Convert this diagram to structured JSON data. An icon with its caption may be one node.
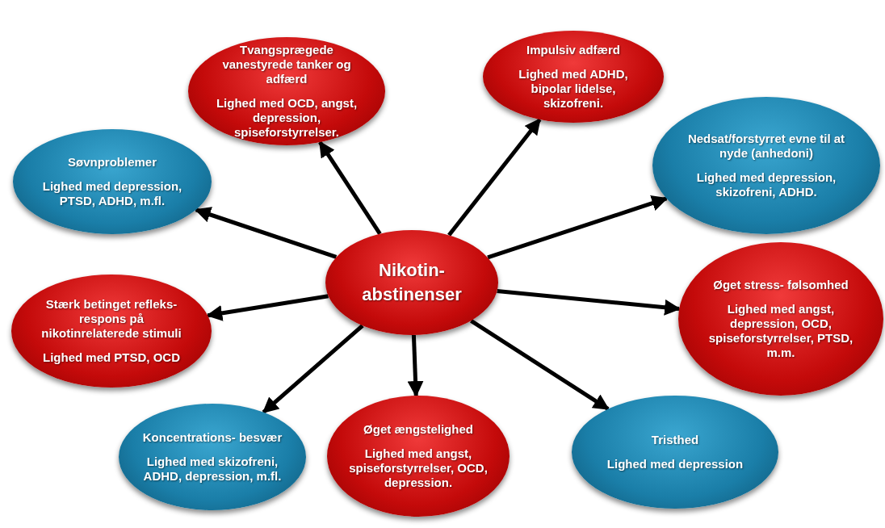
{
  "diagram": {
    "nodes": [
      {
        "text": [
          "Nikotin- abstinenser"
        ]
      },
      {
        "text": [
          "Tvangsprægede vanestyrede tanker og adfærd",
          "Lighed med OCD, angst, depression, spiseforstyrrelser."
        ]
      },
      {
        "text": [
          "Impulsiv adfærd",
          "Lighed med ADHD, bipolar lidelse, skizofreni."
        ]
      },
      {
        "text": [
          "Søvnproblemer",
          "Lighed med depression, PTSD, ADHD, m.fl."
        ]
      },
      {
        "text": [
          "Nedsat/forstyrret evne til at nyde (anhedoni)",
          "Lighed med depression, skizofreni, ADHD."
        ]
      },
      {
        "text": [
          "Stærk betinget refleks-respons på nikotinrelaterede stimuli",
          "Lighed med PTSD, OCD"
        ]
      },
      {
        "text": [
          "Øget stress- følsomhed",
          "Lighed med angst, depression, OCD, spiseforstyrrelser, PTSD, m.m."
        ]
      },
      {
        "text": [
          "Koncentrations- besvær",
          "Lighed med skizofreni, ADHD, depression, m.fl."
        ]
      },
      {
        "text": [
          "Øget ængstelighed",
          "Lighed med angst, spiseforstyrrelser, OCD, depression."
        ]
      },
      {
        "text": [
          "Tristhed",
          "Lighed med depression"
        ]
      }
    ],
    "edges": [
      {
        "from": 0,
        "to": 1,
        "arrow": "to"
      },
      {
        "from": 0,
        "to": 2,
        "arrow": "to"
      },
      {
        "from": 0,
        "to": 3,
        "arrow": "to"
      },
      {
        "from": 0,
        "to": 4,
        "arrow": "to"
      },
      {
        "from": 0,
        "to": 5,
        "arrow": "to"
      },
      {
        "from": 0,
        "to": 6,
        "arrow": "to"
      },
      {
        "from": 0,
        "to": 7,
        "arrow": "to"
      },
      {
        "from": 0,
        "to": 8,
        "arrow": "to"
      },
      {
        "from": 0,
        "to": 9,
        "arrow": "to"
      }
    ]
  }
}
